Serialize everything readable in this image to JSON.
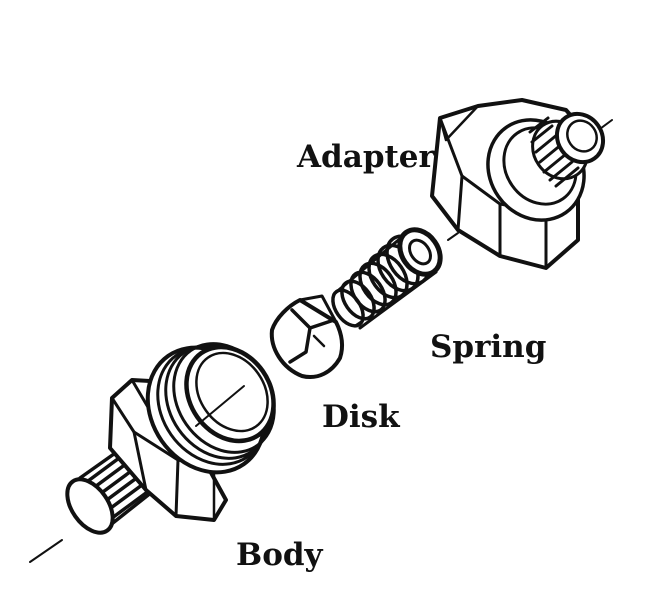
{
  "labels": {
    "adapter": "Adapter",
    "spring": "Spring",
    "disk": "Disk",
    "body": "Body"
  },
  "colors": {
    "ink": "#111111",
    "paper": "#ffffff"
  }
}
